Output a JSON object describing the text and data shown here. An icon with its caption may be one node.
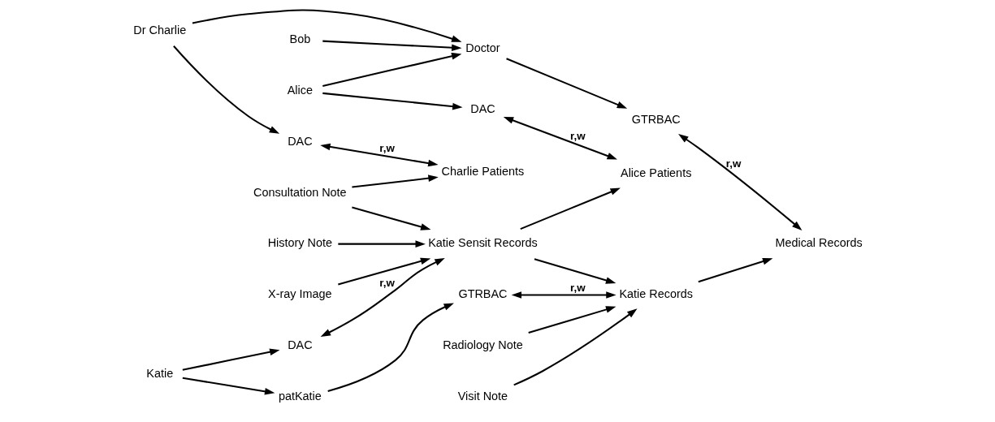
{
  "diagram": {
    "nodes": [
      {
        "text": [
          "Bob"
        ]
      },
      {
        "text": [
          "Doctor"
        ]
      },
      {
        "text": [
          "GTRBAC"
        ]
      },
      {
        "text": [
          "Medical Records"
        ]
      },
      {
        "text": [
          "Radiology Note"
        ]
      },
      {
        "text": [
          "patKatie"
        ]
      },
      {
        "text": [
          "GTRBAC"
        ]
      },
      {
        "text": [
          "Katie Records"
        ]
      },
      {
        "text": [
          "Visit Note"
        ]
      },
      {
        "text": [
          "X-ray Image"
        ]
      },
      {
        "text": [
          "Katie"
        ]
      },
      {
        "text": [
          "DAC"
        ]
      },
      {
        "text": [
          "Katie Sensit Records"
        ]
      },
      {
        "text": [
          "History Note"
        ]
      },
      {
        "text": [
          "Alice"
        ]
      },
      {
        "text": [
          "DAC"
        ]
      },
      {
        "text": [
          "Alice Patients"
        ]
      },
      {
        "text": [
          "Consultation Note"
        ]
      },
      {
        "text": [
          "Dr Charlie"
        ]
      },
      {
        "text": [
          "DAC"
        ]
      },
      {
        "text": [
          "Charlie Patients"
        ]
      }
    ],
    "edges": [
      {
        "from": 0,
        "to": 1,
        "arrow": "to"
      },
      {
        "from": 1,
        "to": 2,
        "arrow": "to"
      },
      {
        "from": 2,
        "to": 3,
        "arrow": "both",
        "label": "r,w"
      },
      {
        "from": 7,
        "to": 3,
        "arrow": "to"
      },
      {
        "from": 4,
        "to": 7,
        "arrow": "to"
      },
      {
        "from": 8,
        "to": 7,
        "arrow": "to"
      },
      {
        "from": 10,
        "to": 5,
        "arrow": "to"
      },
      {
        "from": 5,
        "to": 6,
        "arrow": "to"
      },
      {
        "from": 6,
        "to": 7,
        "arrow": "both",
        "label": "r,w"
      },
      {
        "from": 10,
        "to": 11,
        "arrow": "to"
      },
      {
        "from": 11,
        "to": 12,
        "arrow": "both",
        "label": "r,w"
      },
      {
        "from": 12,
        "to": 7,
        "arrow": "to"
      },
      {
        "from": 9,
        "to": 12,
        "arrow": "to"
      },
      {
        "from": 13,
        "to": 12,
        "arrow": "to"
      },
      {
        "from": 14,
        "to": 1,
        "arrow": "to"
      },
      {
        "from": 14,
        "to": 15,
        "arrow": "to"
      },
      {
        "from": 15,
        "to": 16,
        "arrow": "both",
        "label": "r,w"
      },
      {
        "from": 12,
        "to": 16,
        "arrow": "to"
      },
      {
        "from": 18,
        "to": 1,
        "arrow": "to"
      },
      {
        "from": 18,
        "to": 19,
        "arrow": "to"
      },
      {
        "from": 19,
        "to": 20,
        "arrow": "both",
        "label": "r,w"
      },
      {
        "from": 17,
        "to": 20,
        "arrow": "to"
      },
      {
        "from": 17,
        "to": 12,
        "arrow": "to"
      }
    ]
  }
}
